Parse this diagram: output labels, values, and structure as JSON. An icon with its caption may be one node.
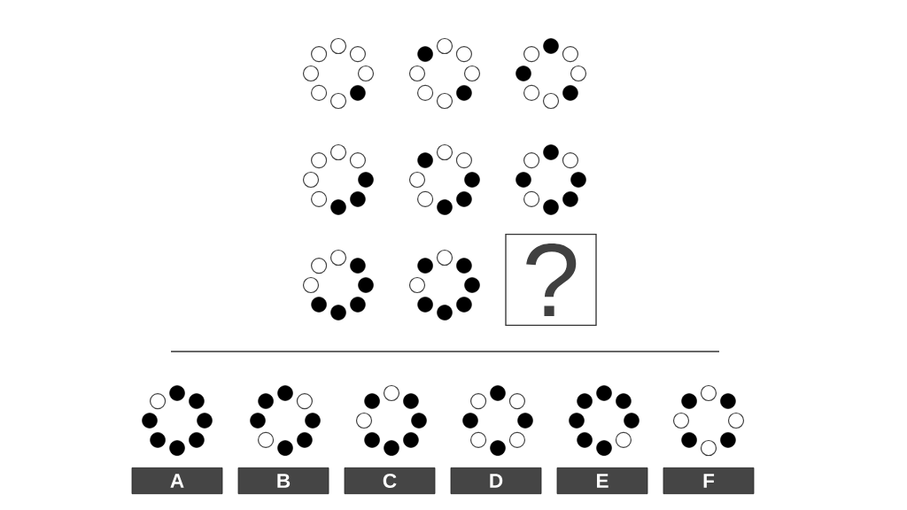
{
  "diagram": {
    "nodes": [
      {
        "text": [
          "?"
        ]
      },
      {
        "text": [
          "A"
        ]
      },
      {
        "text": [
          "B"
        ]
      },
      {
        "text": [
          "C"
        ]
      },
      {
        "text": [
          "D"
        ]
      },
      {
        "text": [
          "E"
        ]
      },
      {
        "text": [
          "F"
        ]
      }
    ]
  }
}
